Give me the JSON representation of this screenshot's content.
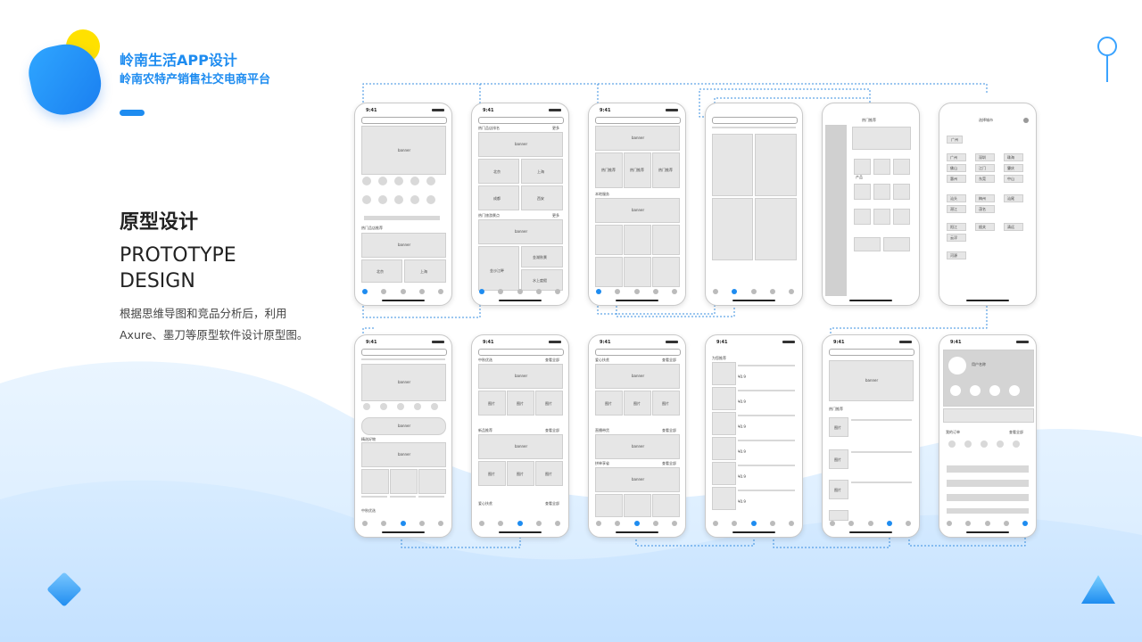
{
  "header": {
    "title": "岭南生活APP设计",
    "subtitle": "岭南农特产销售社交电商平台"
  },
  "section": {
    "title_cn": "原型设计",
    "title_en": "PROTOTYPE DESIGN",
    "description": "根据思维导图和竞品分析后，利用Axure、墨刀等原型软件设计原型图。"
  },
  "phone_common": {
    "status_time": "9:41",
    "banner_label": "banner"
  },
  "row1": {
    "p1": {
      "hot_title": "热门品店推荐"
    },
    "p2": {
      "hot_title": "热门品店排名",
      "hot_spots": "热门旅游景点",
      "more": "更多",
      "cities": [
        "北京",
        "上海",
        "成都",
        "西安"
      ],
      "spot_names": [
        "金沙江畔",
        "金湖秋景",
        "水上度假"
      ]
    },
    "p3": {
      "labels": [
        "热门推荐",
        "热门推荐",
        "热门推荐"
      ],
      "local": "本地服务"
    },
    "p5": {
      "title": "热门推荐",
      "product": "产品"
    },
    "p6": {
      "title": "选择城市",
      "current": "广州",
      "cities": [
        "广州",
        "深圳",
        "珠海",
        "佛山",
        "江门",
        "肇庆",
        "惠州",
        "东莞",
        "中山",
        "汕头",
        "梅州",
        "汕尾",
        "湛江",
        "茂名",
        "阳江",
        "韶关",
        "清远",
        "云浮",
        "河源"
      ]
    }
  },
  "row2": {
    "p1": {
      "section": "精选好物",
      "bottom": "中秋优选"
    },
    "p2": {
      "section1": "中秋优选",
      "section2": "新品推荐",
      "section3": "爱心扶贫",
      "image": "图片",
      "more": "查看全部"
    },
    "p3": {
      "section1": "爱心扶贫",
      "section2": "直播带货",
      "section3": "拼单享省",
      "more": "查看全部"
    },
    "p4": {
      "title": "为您推荐",
      "price": "¥0.9"
    },
    "p5": {
      "title": "热门推荐",
      "image": "图片"
    },
    "p6": {
      "username": "用户名称",
      "my_orders": "我的订单",
      "view_all": "查看全部"
    }
  }
}
